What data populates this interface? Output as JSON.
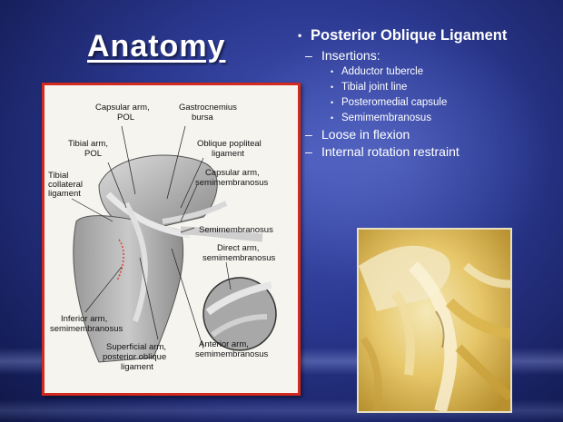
{
  "slide": {
    "title": "Anatomy",
    "heading": "Posterior Oblique Ligament",
    "subpoints": [
      {
        "text": "Insertions:",
        "items": [
          "Adductor tubercle",
          "Tibial joint line",
          "Posteromedial capsule",
          "Semimembranosus"
        ]
      },
      {
        "text": "Loose in flexion",
        "items": []
      },
      {
        "text": "Internal rotation restraint",
        "items": []
      }
    ]
  },
  "illustration": {
    "labels": {
      "capsular_arm_pol_1": "Capsular arm,",
      "capsular_arm_pol_2": "POL",
      "gastrocnemius_1": "Gastrocnemius",
      "gastrocnemius_2": "bursa",
      "tibial_arm_pol_1": "Tibial arm,",
      "tibial_arm_pol_2": "POL",
      "oblique_popliteal_1": "Oblique popliteal",
      "oblique_popliteal_2": "ligament",
      "tibial_collateral_1": "Tibial",
      "tibial_collateral_2": "collateral",
      "tibial_collateral_3": "ligament",
      "capsular_arm_semi_1": "Capsular arm,",
      "capsular_arm_semi_2": "semimembranosus",
      "semimembranosus": "Semimembranosus",
      "direct_arm_1": "Direct arm,",
      "direct_arm_2": "semimembranosus",
      "inferior_arm_1": "Inferior arm,",
      "inferior_arm_2": "semimembranosus",
      "superficial_arm_1": "Superficial arm,",
      "superficial_arm_2": "posterior oblique",
      "superficial_arm_3": "ligament",
      "anterior_arm_1": "Anterior arm,",
      "anterior_arm_2": "semimembranosus"
    }
  },
  "colors": {
    "background": "#2c3a93",
    "frame_border": "#d32a20",
    "text": "#ffffff"
  }
}
